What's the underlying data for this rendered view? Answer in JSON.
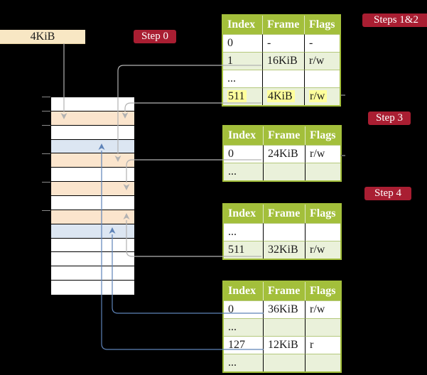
{
  "colors": {
    "header_green": "#a3bf3b",
    "row_green": "#eaf1da",
    "peach": "#fbe5cd",
    "blue": "#dce6f2",
    "highlight_yellow": "#ffff9c",
    "label_red": "#a91e32",
    "box_cream": "#f8e7c4",
    "line_gray": "#b2b2b2",
    "line_blue": "#5e83b8",
    "tick_gray": "#8a8a8a",
    "stub_gray": "#5a5a5a"
  },
  "memory_box": {
    "label": "4KiB"
  },
  "step_labels": {
    "step0": "Step 0",
    "steps12": "Steps 1&2",
    "step3": "Step 3",
    "step4": "Step 4"
  },
  "table_headers": [
    "Index",
    "Frame",
    "Flags"
  ],
  "tables": {
    "t1": {
      "rows": [
        [
          "0",
          "-",
          "-"
        ],
        [
          "1",
          "16KiB",
          "r/w"
        ],
        [
          "...",
          "",
          ""
        ],
        [
          "511",
          "4KiB",
          "r/w"
        ]
      ],
      "highlighted_row": 3
    },
    "t2": {
      "rows": [
        [
          "0",
          "24KiB",
          "r/w"
        ],
        [
          "...",
          "",
          ""
        ]
      ]
    },
    "t3": {
      "rows": [
        [
          "...",
          "",
          ""
        ],
        [
          "511",
          "32KiB",
          "r/w"
        ]
      ]
    },
    "t4": {
      "rows": [
        [
          "0",
          "36KiB",
          "r/w"
        ],
        [
          "...",
          "",
          ""
        ],
        [
          "127",
          "12KiB",
          "r"
        ],
        [
          "...",
          "",
          ""
        ]
      ]
    }
  },
  "memory_stack": {
    "row_colors": [
      "white",
      "peach",
      "white",
      "blue",
      "peach",
      "white",
      "peach",
      "white",
      "peach",
      "blue",
      "white",
      "white",
      "white",
      "white"
    ]
  },
  "arrows": [
    {
      "from": "4KiB-box",
      "to": "memory-frame-4KiB",
      "color": "gray"
    },
    {
      "from": "table1-row-1-frame-16KiB",
      "to": "memory-frame-16KiB",
      "color": "gray"
    },
    {
      "from": "table1-row-511-frame-4KiB",
      "to": "memory-frame-4KiB",
      "color": "gray"
    },
    {
      "from": "table2-row-0-frame-24KiB",
      "to": "memory-frame-24KiB",
      "color": "gray"
    },
    {
      "from": "table3-row-511-frame-32KiB",
      "to": "memory-frame-32KiB",
      "color": "gray"
    },
    {
      "from": "table4-row-0-frame-36KiB",
      "to": "memory-frame-36KiB",
      "color": "blue"
    },
    {
      "from": "table4-row-127-frame-12KiB",
      "to": "memory-frame-12KiB",
      "color": "blue"
    }
  ]
}
